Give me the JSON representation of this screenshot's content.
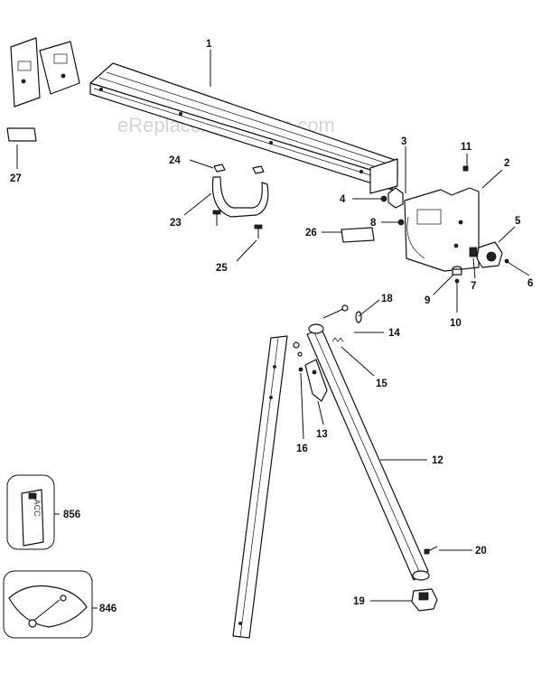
{
  "watermark": "eReplacementParts.com",
  "callouts": [
    {
      "id": "1",
      "label": "1"
    },
    {
      "id": "2",
      "label": "2"
    },
    {
      "id": "3",
      "label": "3"
    },
    {
      "id": "4",
      "label": "4"
    },
    {
      "id": "5",
      "label": "5"
    },
    {
      "id": "6",
      "label": "6"
    },
    {
      "id": "7",
      "label": "7"
    },
    {
      "id": "8",
      "label": "8"
    },
    {
      "id": "9",
      "label": "9"
    },
    {
      "id": "10",
      "label": "10"
    },
    {
      "id": "11",
      "label": "11"
    },
    {
      "id": "12",
      "label": "12"
    },
    {
      "id": "13",
      "label": "13"
    },
    {
      "id": "14",
      "label": "14"
    },
    {
      "id": "15",
      "label": "15"
    },
    {
      "id": "16",
      "label": "16"
    },
    {
      "id": "18",
      "label": "18"
    },
    {
      "id": "19",
      "label": "19"
    },
    {
      "id": "20",
      "label": "20"
    },
    {
      "id": "23",
      "label": "23"
    },
    {
      "id": "24",
      "label": "24"
    },
    {
      "id": "25",
      "label": "25"
    },
    {
      "id": "26",
      "label": "26"
    },
    {
      "id": "27",
      "label": "27"
    },
    {
      "id": "856",
      "label": "856"
    },
    {
      "id": "846",
      "label": "846"
    }
  ],
  "label_856_text": "ACC"
}
